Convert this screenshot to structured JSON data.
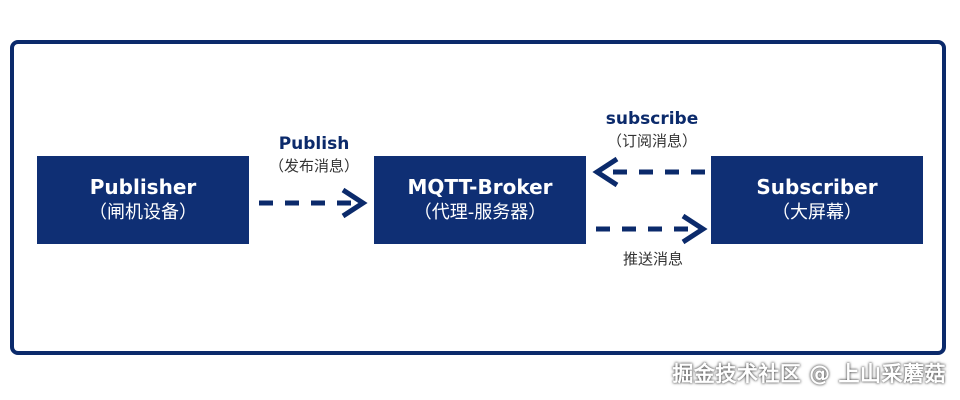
{
  "nodes": {
    "publisher": {
      "title": "Publisher",
      "subtitle": "（闸机设备）"
    },
    "broker": {
      "title": "MQTT-Broker",
      "subtitle": "（代理-服务器）"
    },
    "subscriber": {
      "title": "Subscriber",
      "subtitle": "（大屏幕）"
    }
  },
  "edges": {
    "publish": {
      "title": "Publish",
      "subtitle": "（发布消息）"
    },
    "subscribe": {
      "title": "subscribe",
      "subtitle": "（订阅消息）"
    },
    "push": {
      "subtitle": "推送消息"
    }
  },
  "watermark": "掘金技术社区 @ 上山采蘑菇",
  "colors": {
    "node_fill": "#0f2f74",
    "border": "#0b2a6b",
    "arrow": "#0b2a6b"
  }
}
